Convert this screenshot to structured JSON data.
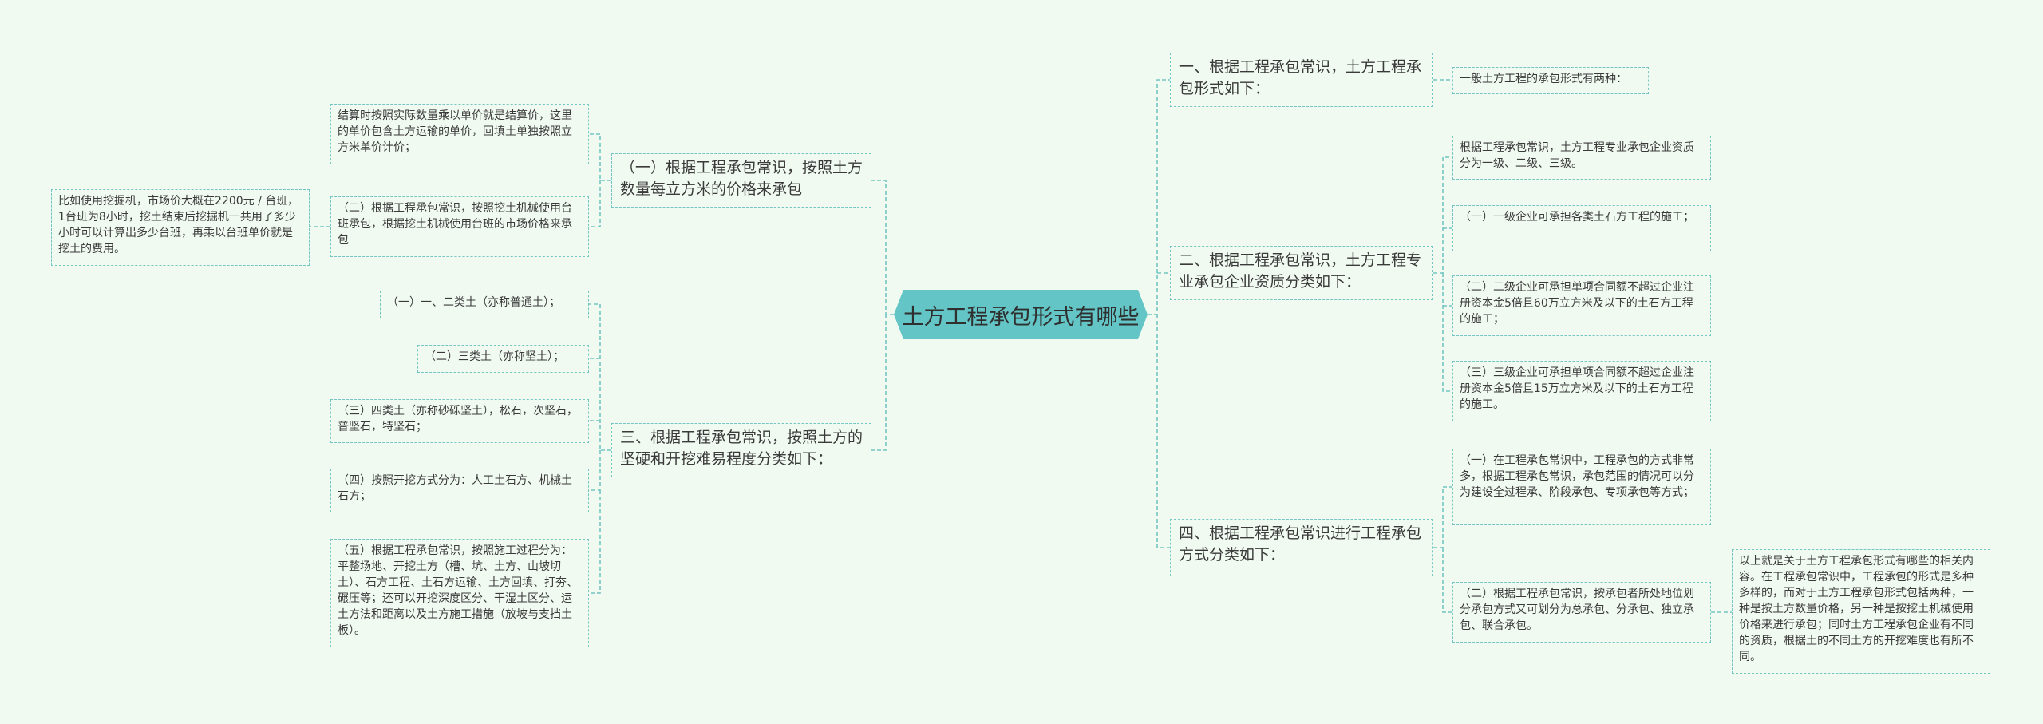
{
  "root": {
    "title": "土方工程承包形式有哪些"
  },
  "left": {
    "b1": {
      "label": "（一）根据工程承包常识，按照土方数量每立方米的价格来承包",
      "c1": "结算时按照实际数量乘以单价就是结算价，这里的单价包含土方运输的单价，回填土单独按照立方米单价计价；",
      "c2": "（二）根据工程承包常识，按照挖土机械使用台班承包，根据挖土机械使用台班的市场价格来承包",
      "c2_note": "比如使用挖掘机，市场价大概在2200元 / 台班，1台班为8小时，挖土结束后挖掘机一共用了多少小时可以计算出多少台班，再乘以台班单价就是挖土的费用。"
    },
    "b3": {
      "label": "三、根据工程承包常识，按照土方的坚硬和开挖难易程度分类如下：",
      "c1": "（一）一、二类土（亦称普通土）；",
      "c2": "（二）三类土（亦称坚土）；",
      "c3": "（三）四类土（亦称砂砾坚土），松石，次坚石，普坚石，特坚石；",
      "c4": "（四）按照开挖方式分为：人工土石方、机械土石方；",
      "c5": "（五）根据工程承包常识，按照施工过程分为：平整场地、开挖土方（槽、坑、土方、山坡切土）、石方工程、土石方运输、土方回填、打夯、碾压等；还可以开挖深度区分、干湿土区分、运土方法和距离以及土方施工措施（放坡与支挡土板）。"
    }
  },
  "right": {
    "b1": {
      "label": "一、根据工程承包常识，土方工程承包形式如下：",
      "c1": "一般土方工程的承包形式有两种："
    },
    "b2": {
      "label": "二、根据工程承包常识，土方工程专业承包企业资质分类如下：",
      "c1": "根据工程承包常识，土方工程专业承包企业资质分为一级、二级、三级。",
      "c2": "（一）一级企业可承担各类土石方工程的施工；",
      "c3": "（二）二级企业可承担单项合同额不超过企业注册资本金5倍且60万立方米及以下的土石方工程的施工；",
      "c4": "（三）三级企业可承担单项合同额不超过企业注册资本金5倍且15万立方米及以下的土石方工程的施工。"
    },
    "b4": {
      "label": "四、根据工程承包常识进行工程承包方式分类如下：",
      "c1": "（一）在工程承包常识中，工程承包的方式非常多，根据工程承包常识，承包范围的情况可以分为建设全过程承、阶段承包、专项承包等方式；",
      "c2": "（二）根据工程承包常识，按承包者所处地位划分承包方式又可划分为总承包、分承包、独立承包、联合承包。",
      "c2_note": "以上就是关于土方工程承包形式有哪些的相关内容。在工程承包常识中，工程承包的形式是多种多样的，而对于土方工程承包形式包括两种，一种是按土方数量价格，另一种是按挖土机械使用价格来进行承包；同时土方工程承包企业有不同的资质，根据土的不同土方的开挖难度也有所不同。"
    }
  },
  "colors": {
    "background": "#f1faf1",
    "root_fill": "#63c5c6",
    "line": "#74c6c2"
  }
}
